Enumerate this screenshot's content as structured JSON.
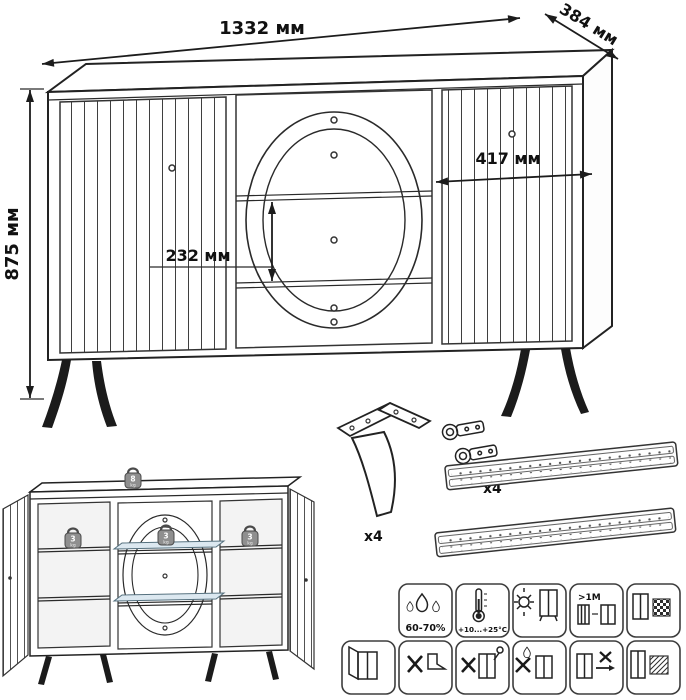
{
  "page": {
    "background": "#ffffff",
    "ink": "#1c1c1c"
  },
  "dimensions": {
    "width": "1332 мм",
    "depth": "384 мм",
    "height": "875 мм",
    "opening_width": "417 мм",
    "drawer_height": "232 мм"
  },
  "hardware": {
    "leg_qty": "x4",
    "hinge_qty": "x4"
  },
  "load_limits": {
    "top_value": "8",
    "shelf_value": "3",
    "unit": "kg"
  },
  "care": {
    "humidity": "60-70%",
    "temperature": "+10...+25°C",
    "min_distance": ">1M"
  }
}
